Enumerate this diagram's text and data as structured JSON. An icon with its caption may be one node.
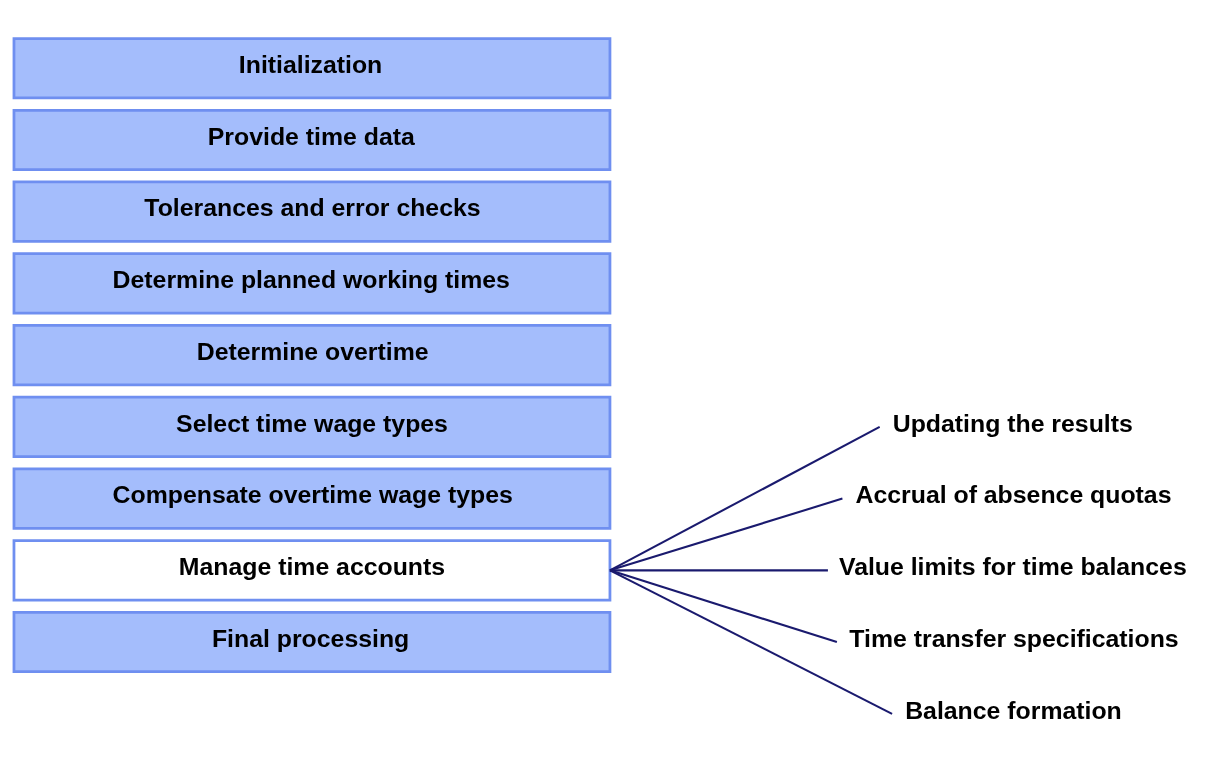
{
  "diagram": {
    "nodes": [
      {
        "text": [
          "Initialization"
        ]
      },
      {
        "text": [
          "Provide time data"
        ]
      },
      {
        "text": [
          "Tolerances and error checks"
        ]
      },
      {
        "text": [
          "Determine planned working times"
        ]
      },
      {
        "text": [
          "Determine overtime"
        ]
      },
      {
        "text": [
          "Select time wage types"
        ]
      },
      {
        "text": [
          "Compensate overtime wage types"
        ]
      },
      {
        "text": [
          "Manage time accounts"
        ]
      },
      {
        "text": [
          "Final processing"
        ]
      },
      {
        "text": [
          "Balance formation"
        ]
      },
      {
        "text": [
          "Time transfer specifications"
        ]
      },
      {
        "text": [
          "Value limits for time balances"
        ]
      },
      {
        "text": [
          "Accrual of absence quotas"
        ]
      },
      {
        "text": [
          "Updating the results"
        ]
      }
    ],
    "edges": [
      {
        "from": 7,
        "to": 9,
        "arrow": "none"
      },
      {
        "from": 7,
        "to": 10,
        "arrow": "none"
      },
      {
        "from": 7,
        "to": 11,
        "arrow": "none"
      },
      {
        "from": 7,
        "to": 12,
        "arrow": "none"
      },
      {
        "from": 7,
        "to": 13,
        "arrow": "none"
      }
    ]
  }
}
